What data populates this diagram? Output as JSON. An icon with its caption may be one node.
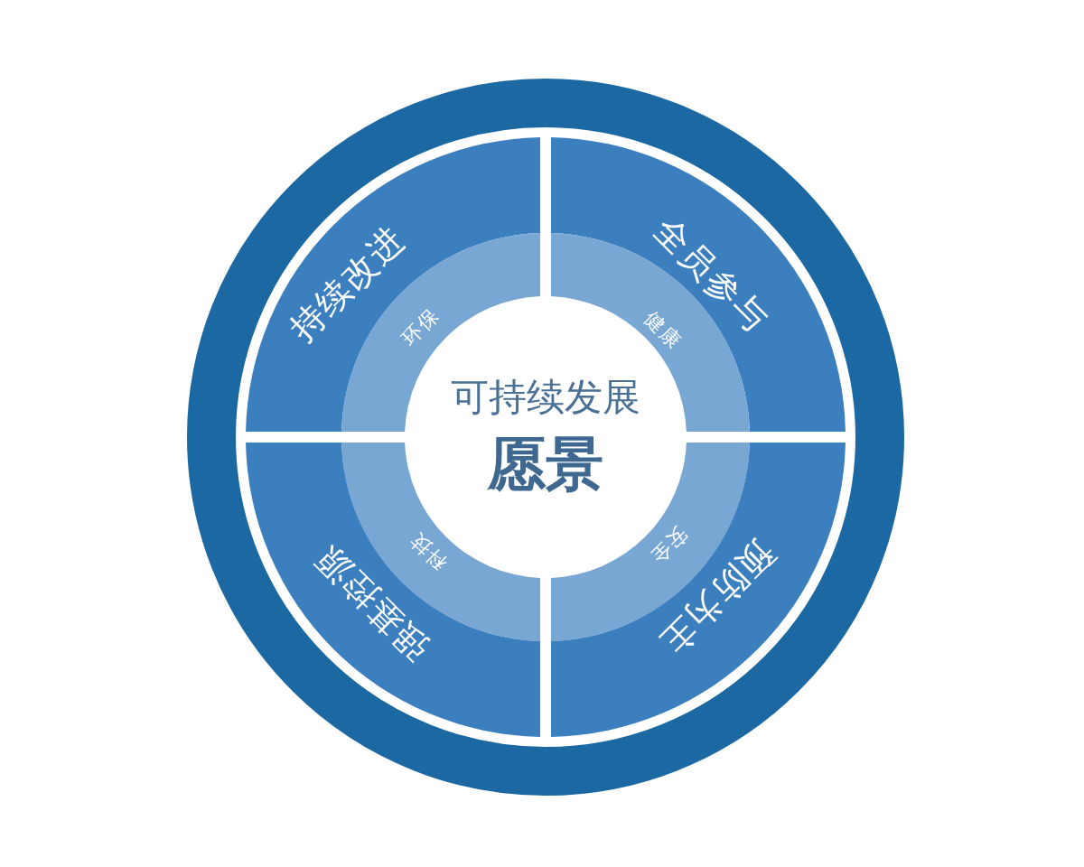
{
  "diagram": {
    "nodes": [
      {
        "text": [
          "持续改进"
        ]
      },
      {
        "text": [
          "全员参与"
        ]
      },
      {
        "text": [
          "环保"
        ]
      },
      {
        "text": [
          "健康"
        ]
      },
      {
        "text": [
          "可持续发展",
          "愿景"
        ]
      },
      {
        "text": [
          "科技"
        ]
      },
      {
        "text": [
          "安全"
        ]
      },
      {
        "text": [
          "强基控源"
        ]
      },
      {
        "text": [
          "预防为主"
        ]
      }
    ]
  }
}
